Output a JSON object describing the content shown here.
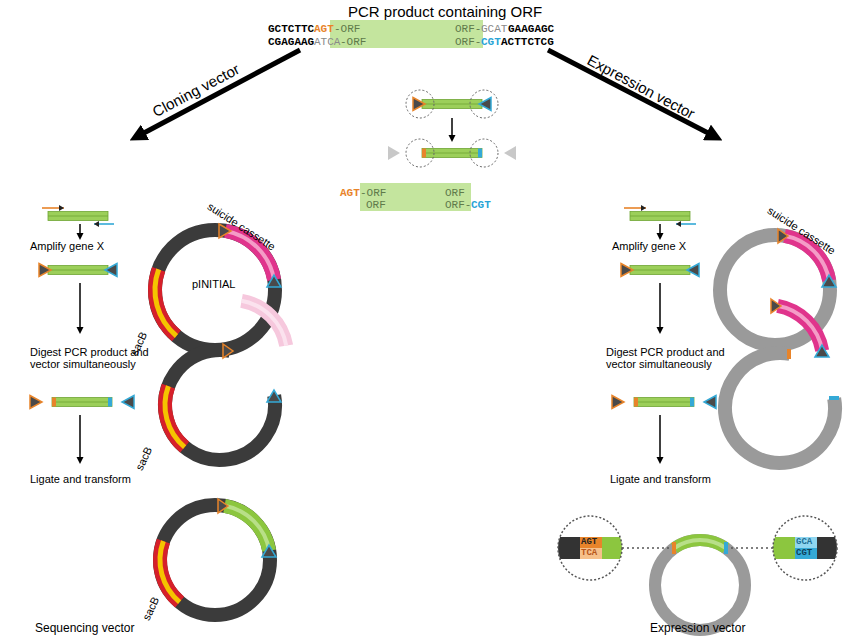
{
  "diagram": {
    "title": "PCR product containing ORF",
    "labels": [
      "GCTCTTC",
      "AGT",
      "-ORF",
      "ORF-",
      "GCAT",
      "GAAGAGC",
      "CGAGAAG",
      "ATCA",
      "-ORF",
      "ORF-",
      "CGT",
      "ACTTCTCG",
      "AGT",
      "-ORF",
      "ORF",
      "ORF",
      "ORF-",
      "CGT",
      "Cloning vector",
      "Expression vector",
      "Amplify gene X",
      "suicide cassette",
      "pINITIAL",
      "sacB",
      "Digest PCR product and vector simultaneously",
      "sacB",
      "Ligate and transform",
      "sacB",
      "Sequencing vector",
      "Amplify gene X",
      "suicide cassette",
      "Digest PCR product and vector simultaneously",
      "Ligate and transform",
      "Expression vector",
      "AGT",
      "TCA",
      "GCA",
      "CGT"
    ]
  }
}
